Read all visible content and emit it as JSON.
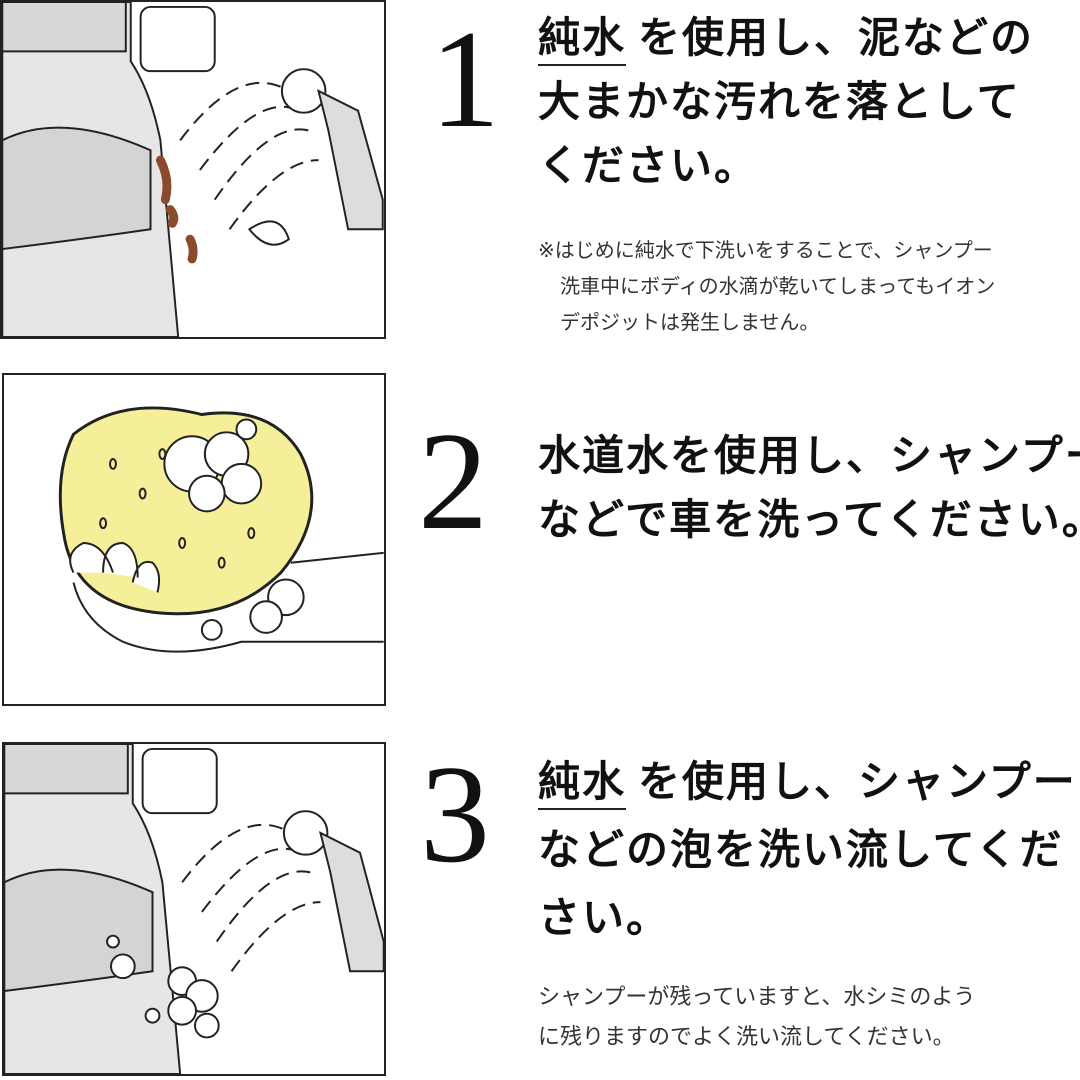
{
  "steps": [
    {
      "number": "1",
      "heading_underlined": "純水",
      "heading_lines": [
        "を使用し、泥などの",
        "大まかな汚れを落として",
        "ください。"
      ],
      "note_lines": [
        "※はじめに純水で下洗いをすることで、シャンプー",
        "洗車中にボディの水滴が乾いてしまってもイオン",
        "デポジットは発生しません。"
      ]
    },
    {
      "number": "2",
      "heading_lines": [
        "水道水を使用し、シャンプー",
        "などで車を洗ってください。"
      ]
    },
    {
      "number": "3",
      "heading_underlined": "純水",
      "heading_lines": [
        "を使用し、シャンプー",
        "などの泡を洗い流してくだ",
        "さい。"
      ],
      "note_lines": [
        "シャンプーが残っていますと、水シミのよう",
        "に残りますのでよく洗い流してください。"
      ]
    }
  ],
  "colors": {
    "sponge": "#f6ef9a",
    "mud": "#8a4a2c",
    "car": "#e6e6e6"
  }
}
